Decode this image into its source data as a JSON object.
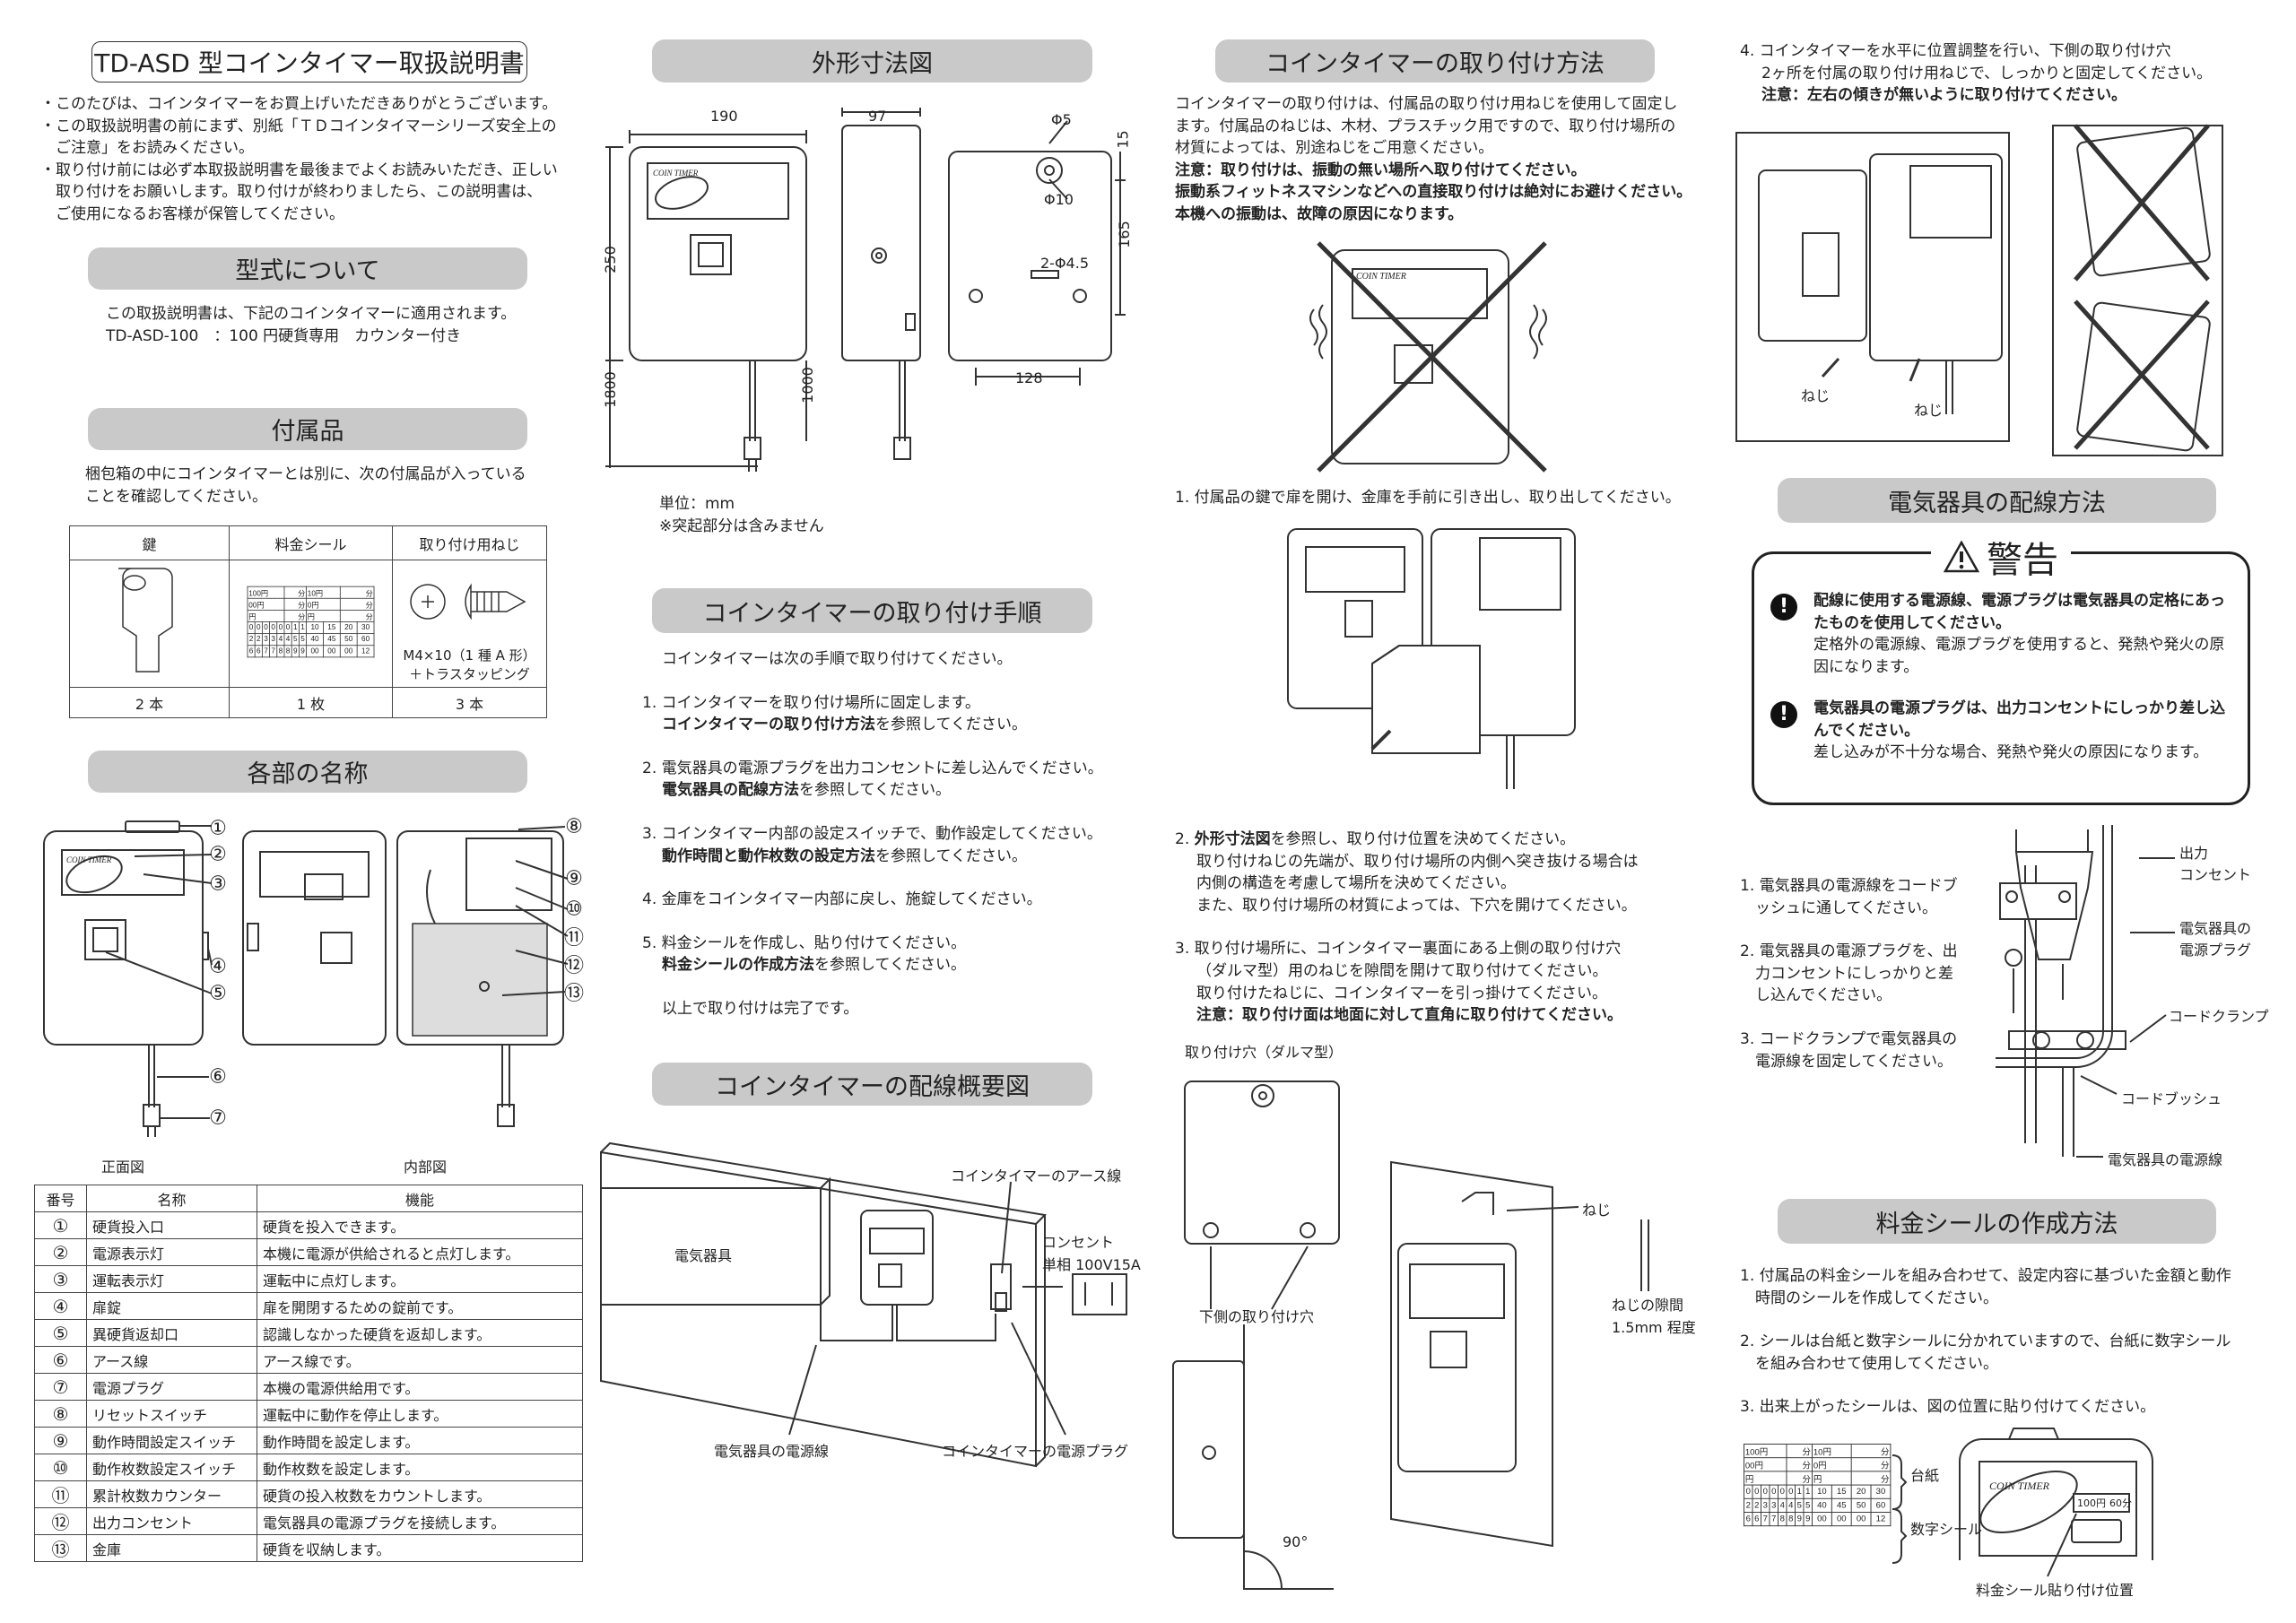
{
  "title": "TD-ASD 型コインタイマー取扱説明書",
  "intro": [
    "・このたびは、コインタイマーをお買上げいただきありがとうございます。",
    "・この取扱説明書の前にまず、別紙「ＴＤコインタイマーシリーズ安全上の",
    "　ご注意」をお読みください。",
    "・取り付け前には必ず本取扱説明書を最後までよくお読みいただき、正しい",
    "　取り付けをお願いします。取り付けが終わりましたら、この説明書は、",
    "　ご使用になるお客様が保管してください。"
  ],
  "model": {
    "heading": "型式について",
    "lines": [
      "この取扱説明書は、下記のコインタイマーに適用されます。",
      "TD-ASD-100　：100 円硬貨専用　カウンター付き"
    ]
  },
  "accessories": {
    "heading": "付属品",
    "desc": [
      "梱包箱の中にコインタイマーとは別に、次の付属品が入っている",
      "ことを確認してください。"
    ],
    "columns": [
      "鍵",
      "料金シール",
      "取り付け用ねじ"
    ],
    "screw_spec": [
      "M4×10（1 種 A 形）",
      "＋トラスタッピング"
    ],
    "quantities": [
      "2 本",
      "1 枚",
      "3 本"
    ]
  },
  "seal_sheet": {
    "base_rows": [
      [
        "100円",
        "分",
        "10円",
        "分"
      ],
      [
        "00円",
        "分",
        "0円",
        "分"
      ],
      [
        "円",
        "分",
        "円",
        "分"
      ]
    ],
    "digit_rows": [
      [
        "0",
        "0",
        "0",
        "0",
        "0",
        "0",
        "1",
        "1",
        "10",
        "15",
        "20",
        "30"
      ],
      [
        "2",
        "2",
        "3",
        "3",
        "4",
        "4",
        "5",
        "5",
        "40",
        "45",
        "50",
        "60"
      ],
      [
        "6",
        "6",
        "7",
        "7",
        "8",
        "8",
        "9",
        "9",
        "00",
        "00",
        "00",
        "12"
      ]
    ]
  },
  "parts": {
    "heading": "各部の名称",
    "front_label": "正面図",
    "inside_label": "内部図",
    "markers": [
      "①",
      "②",
      "③",
      "④",
      "⑤",
      "⑥",
      "⑦",
      "⑧",
      "⑨",
      "⑩",
      "⑪",
      "⑫",
      "⑬"
    ],
    "table": {
      "headers": [
        "番号",
        "名称",
        "機能"
      ],
      "rows": [
        [
          "①",
          "硬貨投入口",
          "硬貨を投入できます。"
        ],
        [
          "②",
          "電源表示灯",
          "本機に電源が供給されると点灯します。"
        ],
        [
          "③",
          "運転表示灯",
          "運転中に点灯します。"
        ],
        [
          "④",
          "扉錠",
          "扉を開閉するための錠前です。"
        ],
        [
          "⑤",
          "異硬貨返却口",
          "認識しなかった硬貨を返却します。"
        ],
        [
          "⑥",
          "アース線",
          "アース線です。"
        ],
        [
          "⑦",
          "電源プラグ",
          "本機の電源供給用です。"
        ],
        [
          "⑧",
          "リセットスイッチ",
          "運転中に動作を停止します。"
        ],
        [
          "⑨",
          "動作時間設定スイッチ",
          "動作時間を設定します。"
        ],
        [
          "⑩",
          "動作枚数設定スイッチ",
          "動作枚数を設定します。"
        ],
        [
          "⑪",
          "累計枚数カウンター",
          "硬貨の投入枚数をカウントします。"
        ],
        [
          "⑫",
          "出力コンセント",
          "電気器具の電源プラグを接続します。"
        ],
        [
          "⑬",
          "金庫",
          "硬貨を収納します。"
        ]
      ]
    }
  },
  "logo": "COIN TIMER",
  "dimensions": {
    "heading": "外形寸法図",
    "width": "190",
    "depth": "97",
    "height": "250",
    "cord_plug": "1800",
    "cord_earth": "1000",
    "hole_small": "Φ5",
    "hole_large": "Φ10",
    "lower_holes": "2-Φ4.5",
    "top_offset": "15",
    "hole_pitch_v": "165",
    "hole_pitch_h": "128",
    "unit": "単位：mm",
    "note": "※突起部分は含みません"
  },
  "procedure": {
    "heading": "コインタイマーの取り付け手順",
    "intro": "コインタイマーは次の手順で取り付けてください。",
    "steps": [
      {
        "text": "1. コインタイマーを取り付け場所に固定します。",
        "ref_bold": "コインタイマーの取り付け方法",
        "ref_tail": "を参照してください。"
      },
      {
        "text": "2. 電気器具の電源プラグを出力コンセントに差し込んでください。",
        "ref_bold": "電気器具の配線方法",
        "ref_tail": "を参照してください。"
      },
      {
        "text": "3. コインタイマー内部の設定スイッチで、動作設定してください。",
        "ref_bold": "動作時間と動作枚数の設定方法",
        "ref_tail": "を参照してください。"
      },
      {
        "text": "4. 金庫をコインタイマー内部に戻し、施錠してください。"
      },
      {
        "text": "5. 料金シールを作成し、貼り付けてください。",
        "ref_bold": "料金シールの作成方法",
        "ref_tail": "を参照してください。"
      }
    ],
    "done": "以上で取り付けは完了です。"
  },
  "wiring_overview": {
    "heading": "コインタイマーの配線概要図",
    "appliance": "電気器具",
    "earth_wire": "コインタイマーのアース線",
    "outlet": "コンセント",
    "outlet_rating": "単相 100V15A",
    "appliance_cord": "電気器具の電源線",
    "timer_plug": "コインタイマーの電源プラグ"
  },
  "mounting": {
    "heading": "コインタイマーの取り付け方法",
    "intro": [
      "コインタイマーの取り付けは、付属品の取り付け用ねじを使用して固定し",
      "ます。付属品のねじは、木材、プラスチック用ですので、取り付け場所の",
      "材質によっては、別途ねじをご用意ください。"
    ],
    "caution": [
      "注意：取り付けは、振動の無い場所へ取り付けてください。",
      "振動系フィットネスマシンなどへの直接取り付けは絶対にお避けください。",
      "本機への振動は、故障の原因になります。"
    ],
    "step1": "1. 付属品の鍵で扉を開け、金庫を手前に引き出し、取り出してください。",
    "step2": {
      "bold": "外形寸法図",
      "first": "を参照し、取り付け位置を決めてください。",
      "num": "2.",
      "lines": [
        "取り付けねじの先端が、取り付け場所の内側へ突き抜ける場合は",
        "内側の構造を考慮して場所を決めてください。",
        "また、取り付け場所の材質によっては、下穴を開けてください。"
      ]
    },
    "step3": {
      "lines": [
        "3. 取り付け場所に、コインタイマー裏面にある上側の取り付け穴",
        "（ダルマ型）用のねじを隙間を開けて取り付けてください。",
        "取り付けたねじに、コインタイマーを引っ掛けてください。"
      ],
      "caution": "注意：取り付け面は地面に対して直角に取り付けてください。"
    },
    "step4": {
      "lines": [
        "4. コインタイマーを水平に位置調整を行い、下側の取り付け穴",
        "2ヶ所を付属の取り付け用ねじで、しっかりと固定してください。"
      ],
      "caution": "注意：左右の傾きが無いように取り付けてください。"
    },
    "upper_hole": "取り付け穴（ダルマ型）",
    "lower_holes": "下側の取り付け穴",
    "screw": "ねじ",
    "gap_label": "ねじの隙間",
    "gap_value": "1.5mm 程度",
    "angle": "90°"
  },
  "appliance_wiring": {
    "heading": "電気器具の配線方法",
    "warning_title": "警告",
    "warnings": [
      {
        "bold": [
          "配線に使用する電源線、電源プラグは電気器具の定格にあっ",
          "たものを使用してください。"
        ],
        "text": [
          "定格外の電源線、電源プラグを使用すると、発熱や発火の原",
          "因になります。"
        ]
      },
      {
        "bold": [
          "電気器具の電源プラグは、出力コンセントにしっかり差し込",
          "んでください。"
        ],
        "text": [
          "差し込みが不十分な場合、発熱や発火の原因になります。"
        ]
      }
    ],
    "steps": [
      [
        "1. 電気器具の電源線をコードブ",
        "　ッシュに通してください。"
      ],
      [
        "2. 電気器具の電源プラグを、出",
        "　力コンセントにしっかりと差",
        "　し込んでください。"
      ],
      [
        "3. コードクランプで電気器具の",
        "　電源線を固定してください。"
      ]
    ],
    "labels": {
      "outlet": [
        "出力",
        "コンセント"
      ],
      "plug": [
        "電気器具の",
        "電源プラグ"
      ],
      "clamp": "コードクランプ",
      "bush": "コードブッシュ",
      "cord": "電気器具の電源線"
    }
  },
  "seal_making": {
    "heading": "料金シールの作成方法",
    "steps": [
      [
        "1. 付属品の料金シールを組み合わせて、設定内容に基づいた金額と動作",
        "　時間のシールを作成してください。"
      ],
      [
        "2. シールは台紙と数字シールに分かれていますので、台紙に数字シール",
        "　を組み合わせて使用してください。"
      ],
      [
        "3. 出来上がったシールは、図の位置に貼り付けてください。"
      ]
    ],
    "base_label": "台紙",
    "digit_label": "数字シール",
    "sample_price": "100円",
    "sample_time": "60分",
    "position_label": "料金シール貼り付け位置"
  },
  "colors": {
    "heading_bg": "#c9c9c9",
    "line": "#333333"
  },
  "icons": [
    "warning-triangle-icon",
    "exclamation-circle-icon",
    "key-icon",
    "screw-icon"
  ]
}
